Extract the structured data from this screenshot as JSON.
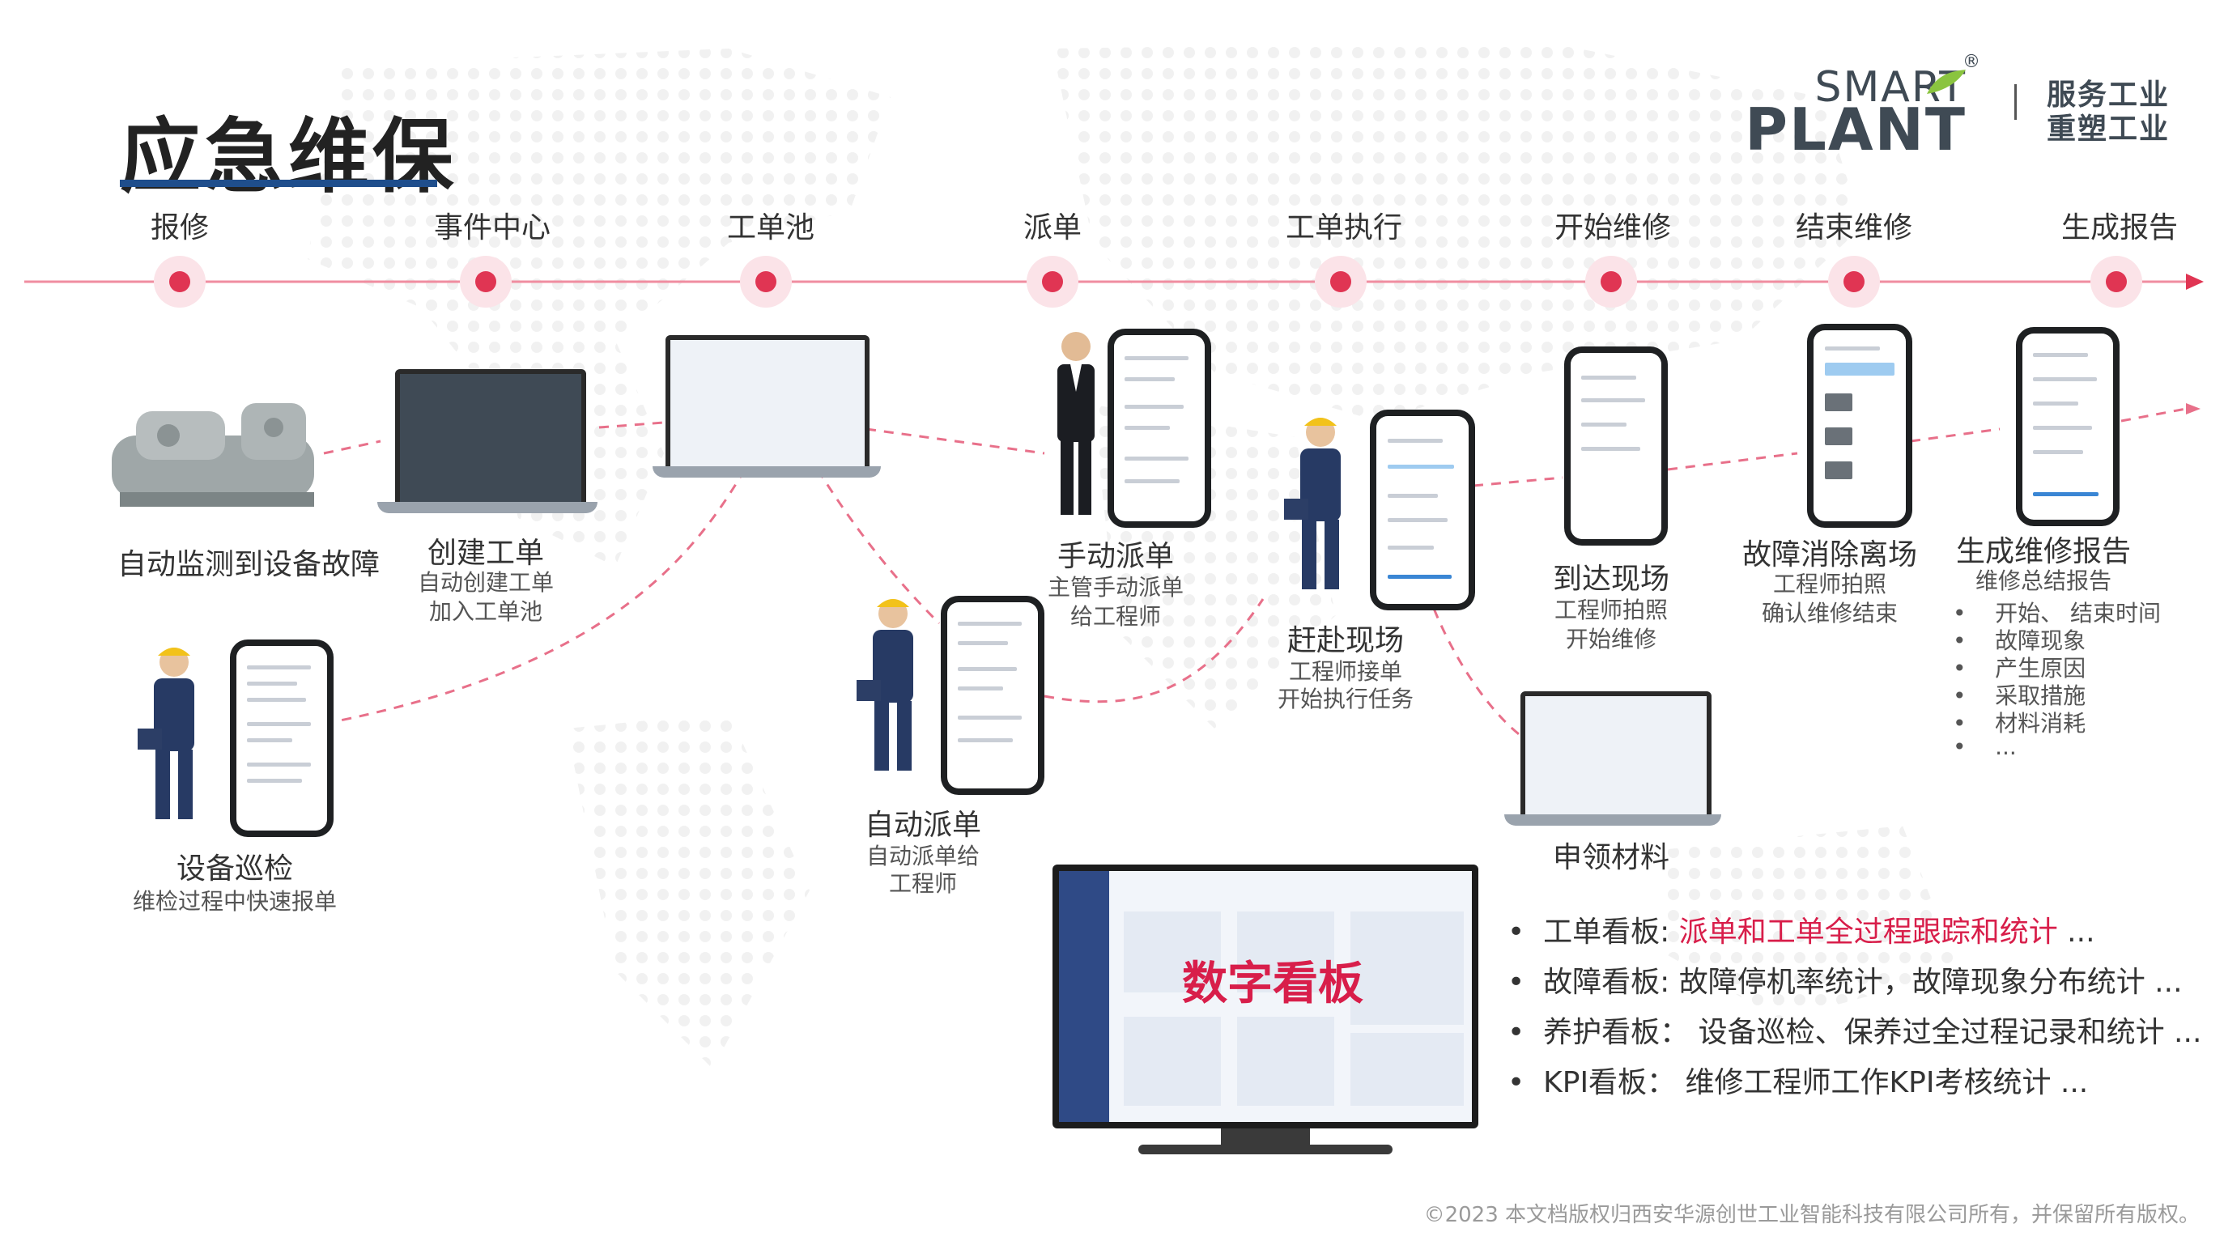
{
  "title": "应急维保",
  "logo": {
    "smart": "SMART",
    "plant": "PLANT",
    "reg": "®",
    "slogan1": "服务工业",
    "slogan2": "重塑工业"
  },
  "stages": [
    "报修",
    "事件中心",
    "工单池",
    "派单",
    "工单执行",
    "开始维修",
    "结束维修",
    "生成报告"
  ],
  "captions": {
    "auto_detect": "自动监测到设备故障",
    "create_title": "创建工单",
    "create_sub1": "自动创建工单",
    "create_sub2": "加入工单池",
    "inspect_title": "设备巡检",
    "inspect_sub": "维检过程中快速报单",
    "auto_dispatch_title": "自动派单",
    "auto_dispatch_sub1": "自动派单给",
    "auto_dispatch_sub2": "工程师",
    "manual_title": "手动派单",
    "manual_sub1": "主管手动派单",
    "manual_sub2": "给工程师",
    "rush_title": "赶赴现场",
    "rush_sub1": "工程师接单",
    "rush_sub2": "开始执行任务",
    "arrive_title": "到达现场",
    "arrive_sub1": "工程师拍照",
    "arrive_sub2": "开始维修",
    "leave_title": "故障消除离场",
    "leave_sub1": "工程师拍照",
    "leave_sub2": "确认维修结束",
    "report_title": "生成维修报告",
    "report_sub": "维修总结报告",
    "material_title": "申领材料"
  },
  "report_bullets": [
    "开始、 结束时间",
    "故障现象",
    "产生原因",
    "采取措施",
    "材料消耗",
    "..."
  ],
  "dashboard": {
    "overlay": "数字看板"
  },
  "boards": [
    {
      "label": "工单看板:",
      "text": "派单和工单全过程跟踪和统计",
      "tail": " ..."
    },
    {
      "label": "故障看板:",
      "text": "故障停机率统计，故障现象分布统计",
      "tail": " ..."
    },
    {
      "label": "养护看板：",
      "text": "设备巡检、保养过全过程记录和统计",
      "tail": " ..."
    },
    {
      "label": "KPI看板：",
      "text": "维修工程师工作KPI考核统计",
      "tail": " ..."
    }
  ],
  "copyright": "©2023 本文档版权归西安华源创世工业智能科技有限公司所有，并保留所有版权。",
  "colors": {
    "accent": "#e03553",
    "title_bar": "#1f4e8c",
    "highlight": "#d81e4a"
  },
  "icons": [
    "chiller-machine",
    "laptop",
    "phone",
    "worker",
    "businessman",
    "monitor"
  ]
}
